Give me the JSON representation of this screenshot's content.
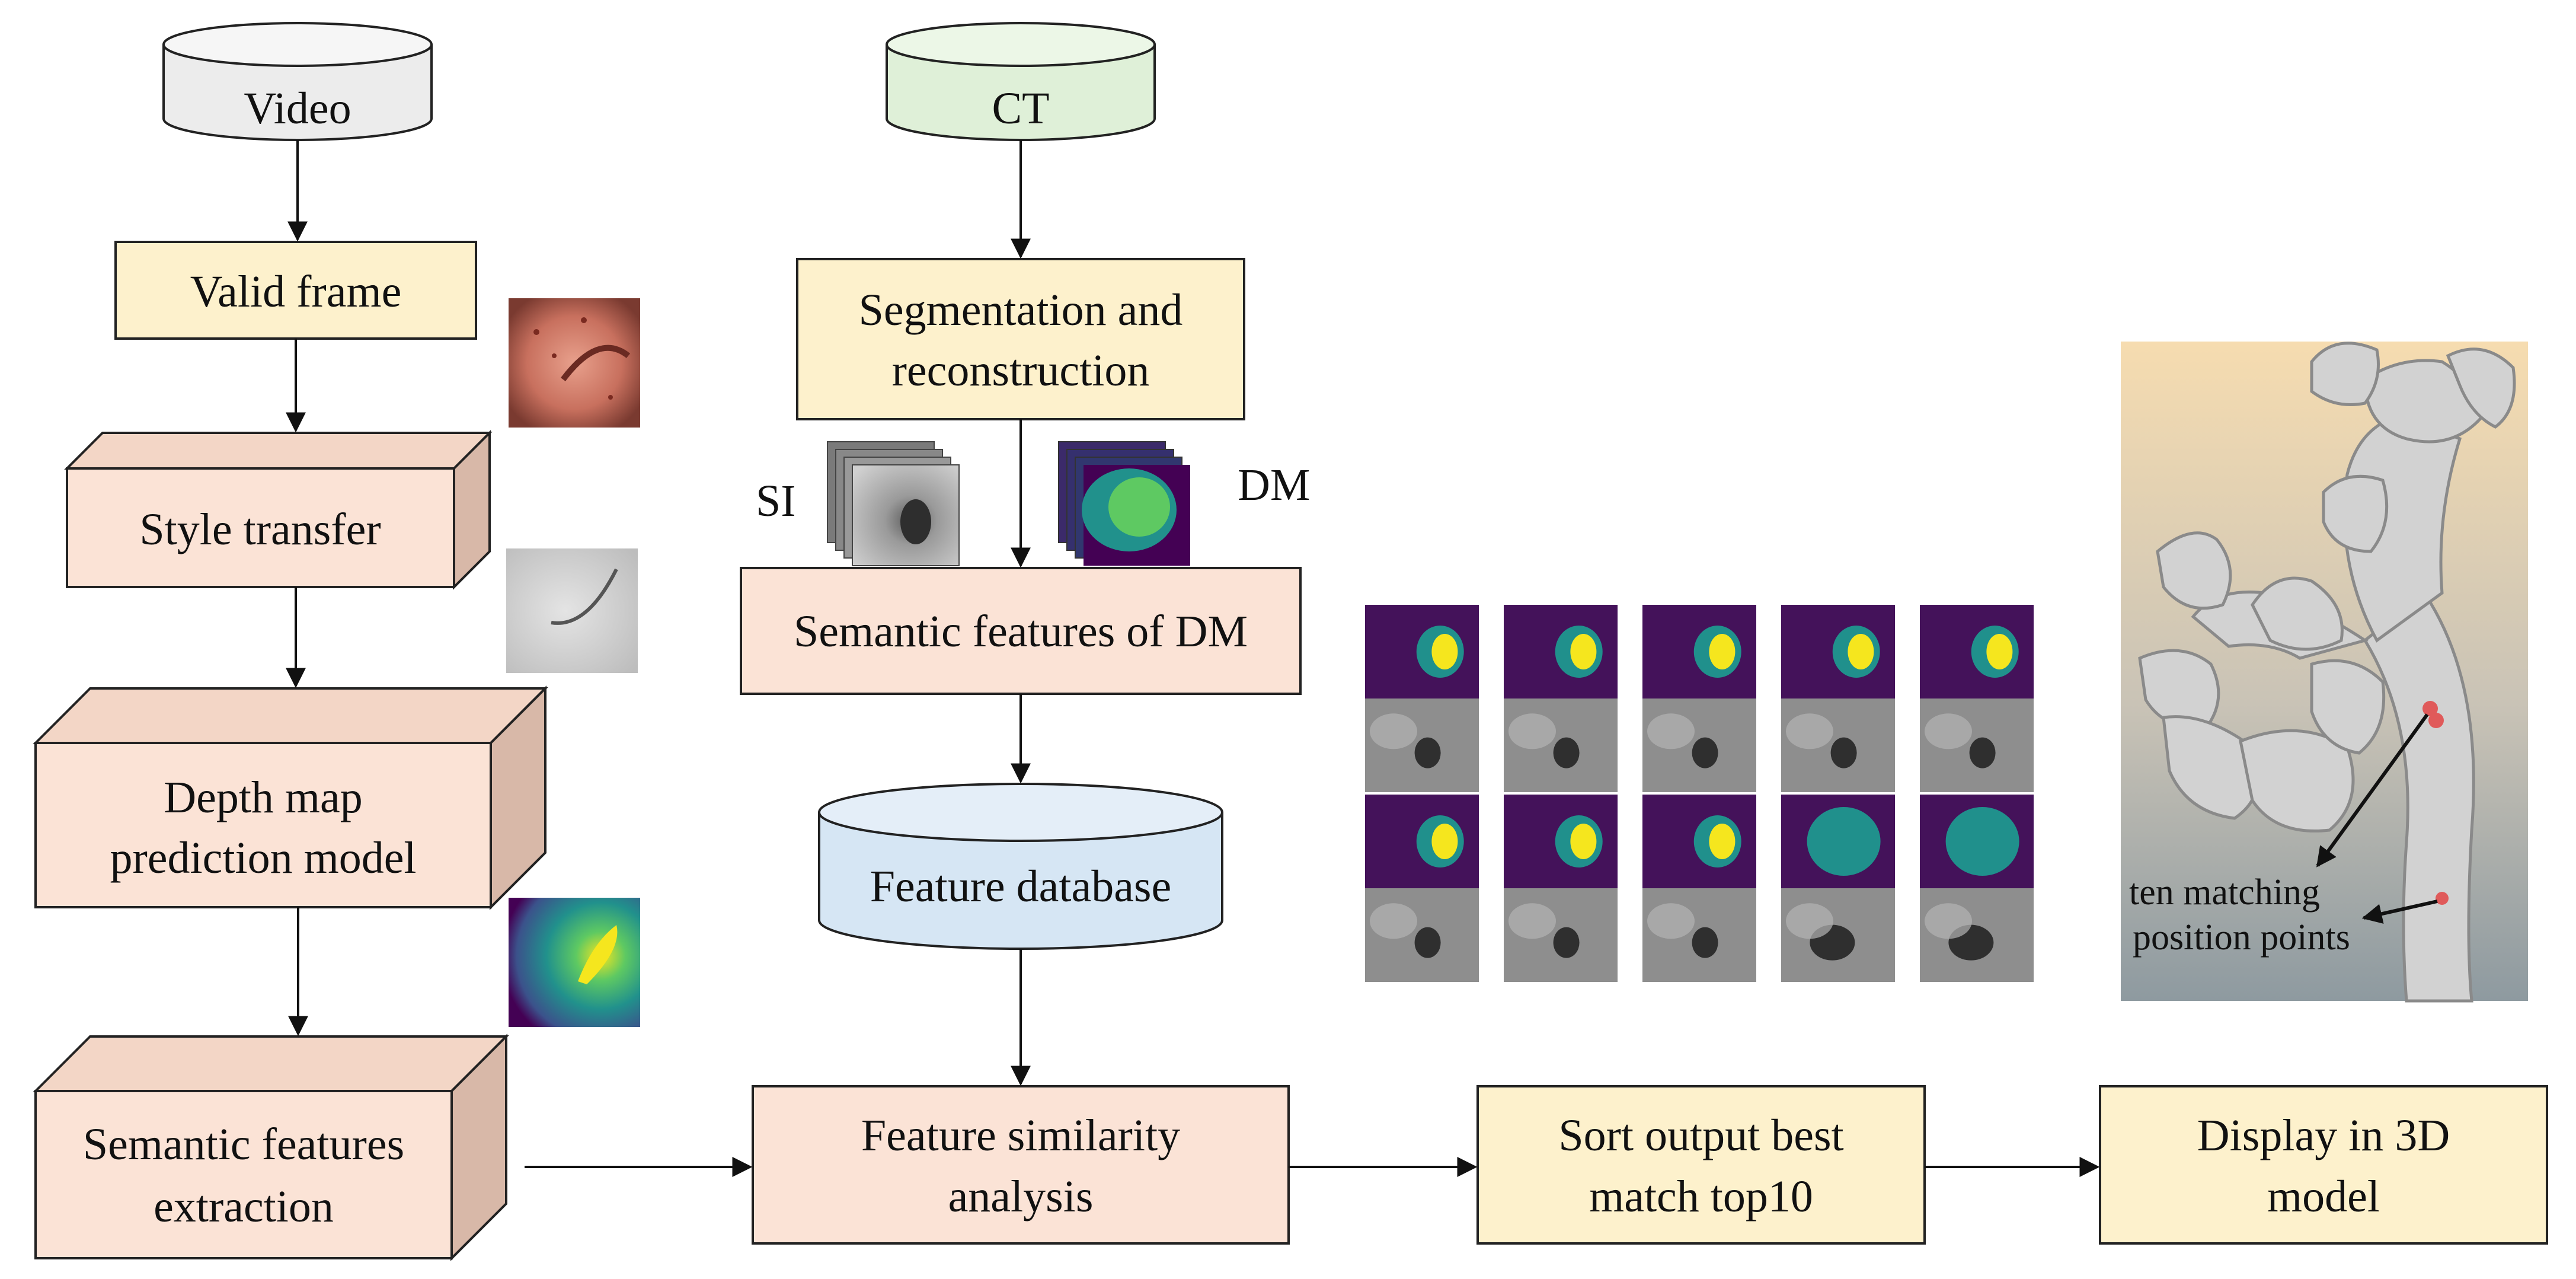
{
  "colors": {
    "video_db": "#ececec",
    "ct_db": "#dff0d8",
    "feature_db": "#d6e6f4",
    "yellow_box": "#fdf1cc",
    "peach_box": "#fbe3d6",
    "cube_side": "#d8b8a8",
    "cube_top": "#f3d6c6",
    "viridis_dark": "#44125a",
    "viridis_mid": "#20908c",
    "viridis_bright": "#f5e61e",
    "gray_render": "#8e8e8e",
    "marker_red": "#e05a5a"
  },
  "nodes": {
    "video": "Video",
    "ct": "CT",
    "valid_frame": "Valid frame",
    "segmentation": [
      "Segmentation and",
      "reconstruction"
    ],
    "style_transfer": "Style transfer",
    "si_label": "SI",
    "dm_label": "DM",
    "semantic_dm": "Semantic features of DM",
    "depth_map": [
      "Depth map",
      "prediction model"
    ],
    "feature_database": "Feature database",
    "semantic_extraction": [
      "Semantic features",
      "extraction"
    ],
    "similarity": [
      "Feature similarity",
      "analysis"
    ],
    "sort_output": [
      "Sort output best",
      "match top10"
    ],
    "display_3d": [
      "Display in 3D",
      "model"
    ]
  },
  "annotation": [
    "ten matching",
    "position points"
  ],
  "edges": [
    {
      "from": "video",
      "to": "valid_frame"
    },
    {
      "from": "valid_frame",
      "to": "style_transfer"
    },
    {
      "from": "style_transfer",
      "to": "depth_map"
    },
    {
      "from": "depth_map",
      "to": "semantic_extraction"
    },
    {
      "from": "ct",
      "to": "segmentation"
    },
    {
      "from": "segmentation",
      "to": "semantic_dm"
    },
    {
      "from": "semantic_dm",
      "to": "feature_database"
    },
    {
      "from": "feature_database",
      "to": "similarity"
    },
    {
      "from": "semantic_extraction",
      "to": "similarity"
    },
    {
      "from": "similarity",
      "to": "sort_output"
    },
    {
      "from": "sort_output",
      "to": "display_3d"
    }
  ],
  "match_grid": {
    "rows": 4,
    "cols": 5,
    "row_kinds": [
      "depth",
      "gray",
      "depth",
      "gray"
    ]
  }
}
